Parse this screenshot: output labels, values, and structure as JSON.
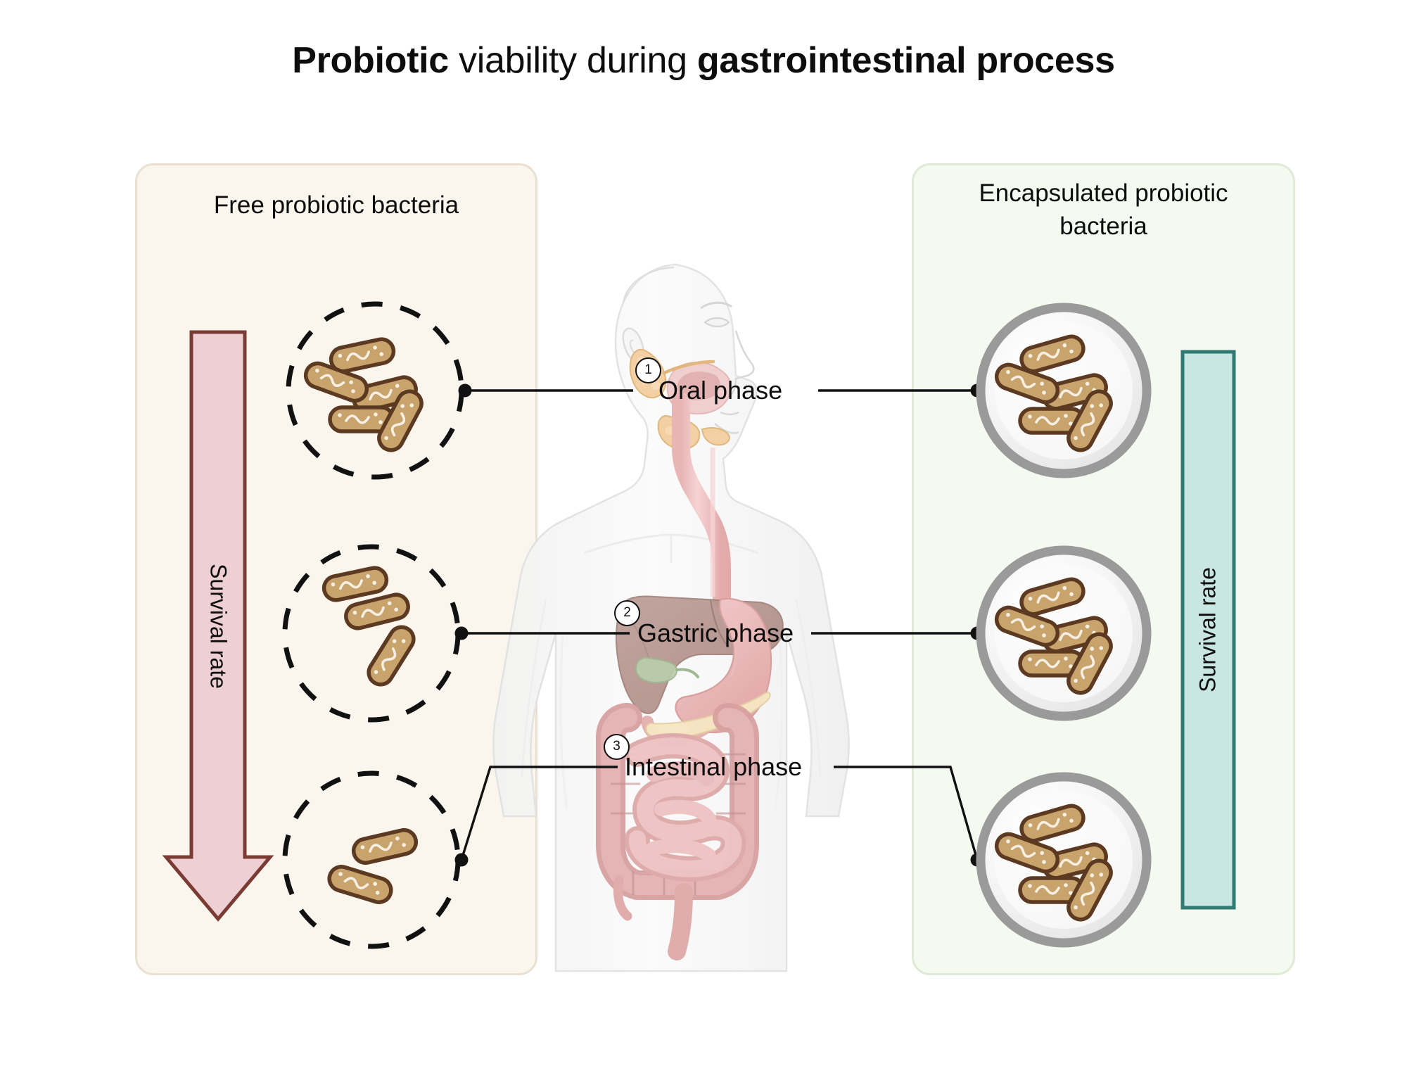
{
  "title": {
    "part1": "Probiotic",
    "part2": " viability during ",
    "part3": "gastrointestinal process",
    "full": "Probiotic viability during gastrointestinal process"
  },
  "panels": {
    "left": {
      "title": "Free probiotic bacteria",
      "bg_color": "#faf6ee",
      "border_color": "#e9e0d2"
    },
    "right": {
      "title": "Encapsulated probiotic bacteria",
      "bg_color": "#f4faf0",
      "border_color": "#dfead7"
    }
  },
  "phases": [
    {
      "number": "1",
      "label": "Oral phase",
      "free_count": 5,
      "encapsulated_count": 5
    },
    {
      "number": "2",
      "label": "Gastric phase",
      "free_count": 3,
      "encapsulated_count": 5
    },
    {
      "number": "3",
      "label": "Intestinal phase",
      "free_count": 2,
      "encapsulated_count": 5
    }
  ],
  "indicators": {
    "left": {
      "label": "Survival rate",
      "shape": "down-arrow",
      "fill": "#eecfd3",
      "stroke": "#7a3b35"
    },
    "right": {
      "label": "Survival rate",
      "shape": "rectangle",
      "fill": "#c9e6e3",
      "stroke": "#2f7b74"
    }
  },
  "colors": {
    "bacteria_fill": "#c9a36c",
    "bacteria_stroke": "#5c3a22",
    "capsule_ring": "#9a9a9a",
    "capsule_inner": "#ededed",
    "dashed_circle": "#111111",
    "connector": "#111111",
    "body_silhouette": "#f7f7f7",
    "esophagus": "#f0c4c4",
    "salivary_gland": "#f3d0a4",
    "liver": "#b5948e",
    "gallbladder": "#b9cdab",
    "stomach": "#efc2c2",
    "pancreas": "#f6e6c3",
    "intestine": "#e8bcbc",
    "colon": "#d8a9a9"
  },
  "anatomy": {
    "view": "human-body-profile-with-digestive-system",
    "organs": [
      "head",
      "salivary glands",
      "tongue",
      "esophagus",
      "liver",
      "gallbladder",
      "stomach",
      "pancreas",
      "small intestine",
      "colon",
      "appendix",
      "rectum"
    ]
  }
}
